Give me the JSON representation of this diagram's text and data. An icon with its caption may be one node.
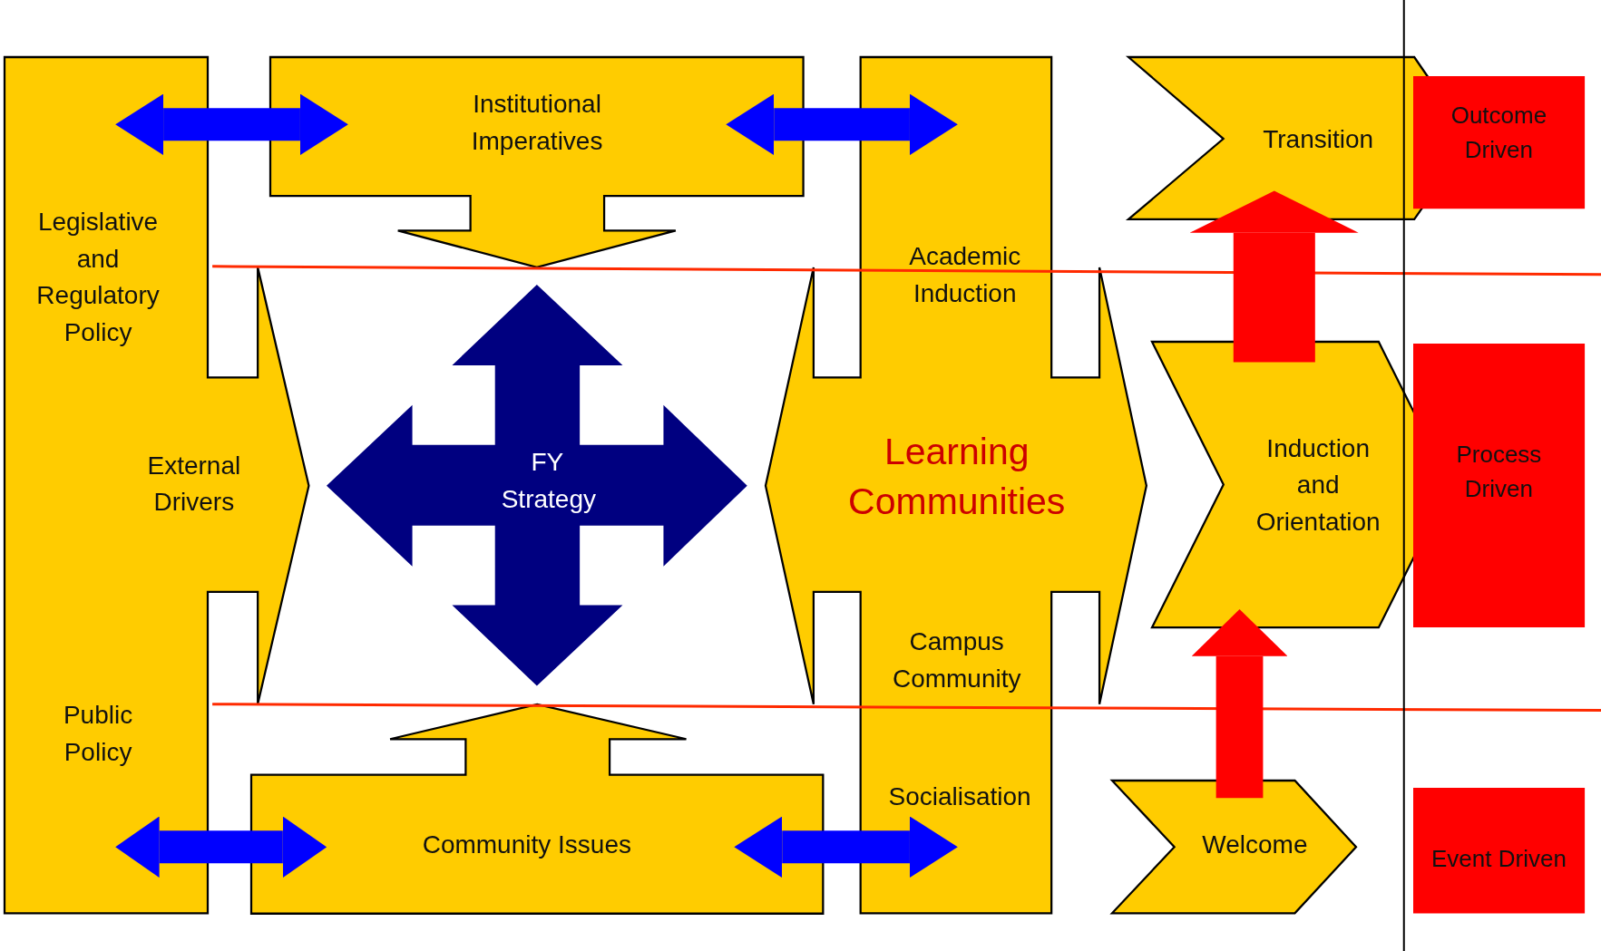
{
  "diagram": {
    "nodes": [
      {
        "text": [
          "Legislative and Regulatory Policy",
          "External Drivers",
          "Public Policy"
        ]
      },
      {
        "text": [
          "Institutional Imperatives"
        ]
      },
      {
        "text": [
          "FY Strategy"
        ]
      },
      {
        "text": [
          "Academic Induction",
          "Learning Communities",
          "Campus Community",
          "Socialisation"
        ]
      },
      {
        "text": [
          "Community Issues"
        ]
      },
      {
        "text": [
          "Transition"
        ]
      },
      {
        "text": [
          "Induction and Orientation"
        ]
      },
      {
        "text": [
          "Welcome"
        ]
      },
      {
        "text": [
          "Outcome Driven"
        ]
      },
      {
        "text": [
          "Process Driven"
        ]
      },
      {
        "text": [
          "Event Driven"
        ]
      }
    ],
    "edges": [
      {
        "from": 0,
        "to": 1,
        "arrow": "both"
      },
      {
        "from": 1,
        "to": 3,
        "arrow": "both"
      },
      {
        "from": 0,
        "to": 4,
        "arrow": "both"
      },
      {
        "from": 4,
        "to": 3,
        "arrow": "both"
      },
      {
        "from": 6,
        "to": 5,
        "arrow": "to",
        "style": "thick",
        "color": "#ff0000"
      },
      {
        "from": 7,
        "to": 6,
        "arrow": "to",
        "color": "#ff0000"
      }
    ]
  }
}
